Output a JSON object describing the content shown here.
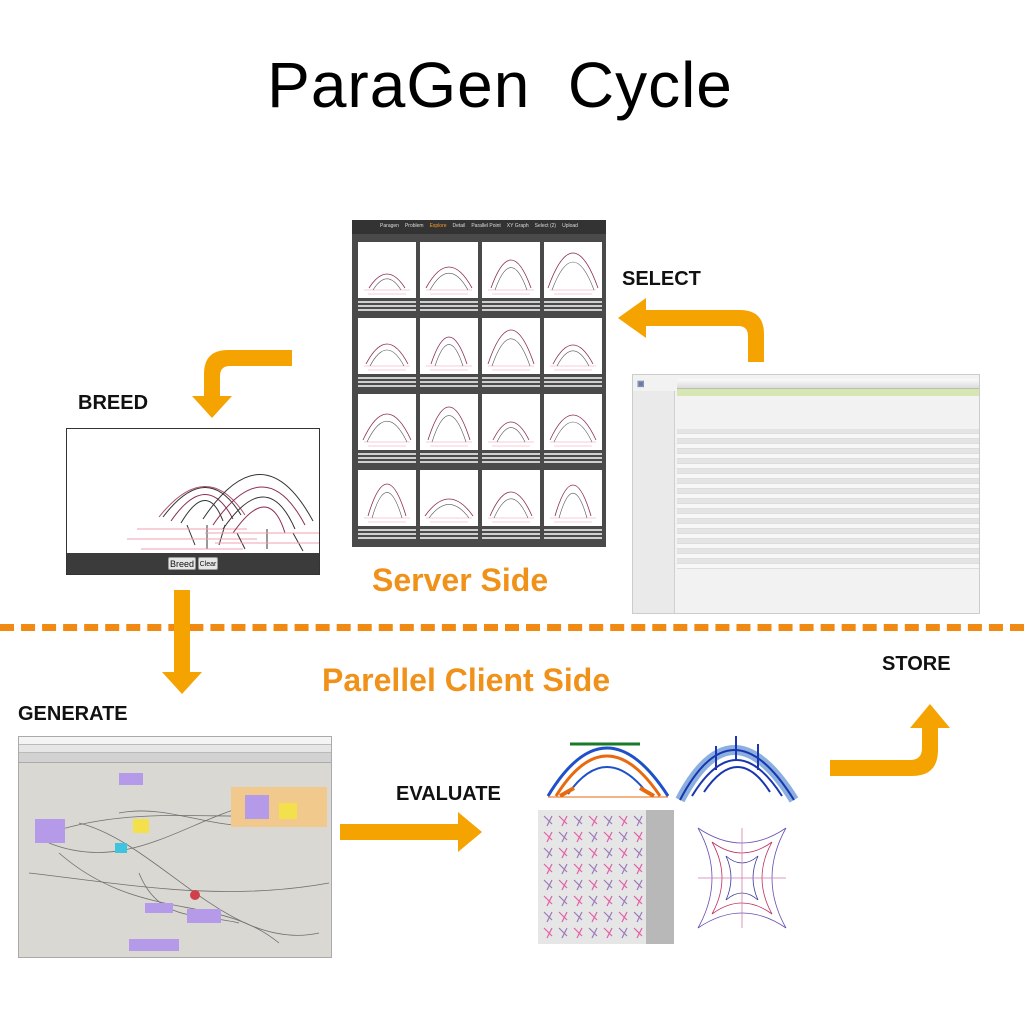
{
  "title": "ParaGen  Cycle",
  "steps": {
    "select": "SELECT",
    "breed": "BREED",
    "generate": "GENERATE",
    "evaluate": "EVALUATE",
    "store": "STORE"
  },
  "regions": {
    "server": "Server Side",
    "client": "Parellel Client Side"
  },
  "breed_panel": {
    "breed_button": "Breed",
    "clear_button": "Clear"
  },
  "select_panel": {
    "nav": [
      "Paragen",
      "Problem",
      "Explore",
      "Detail",
      "Parallel Point",
      "XY Graph",
      "Select (2)",
      "Upload"
    ]
  },
  "colors": {
    "accent": "#f0911a",
    "arrow": "#f5a300",
    "divider": "#f08a12"
  }
}
